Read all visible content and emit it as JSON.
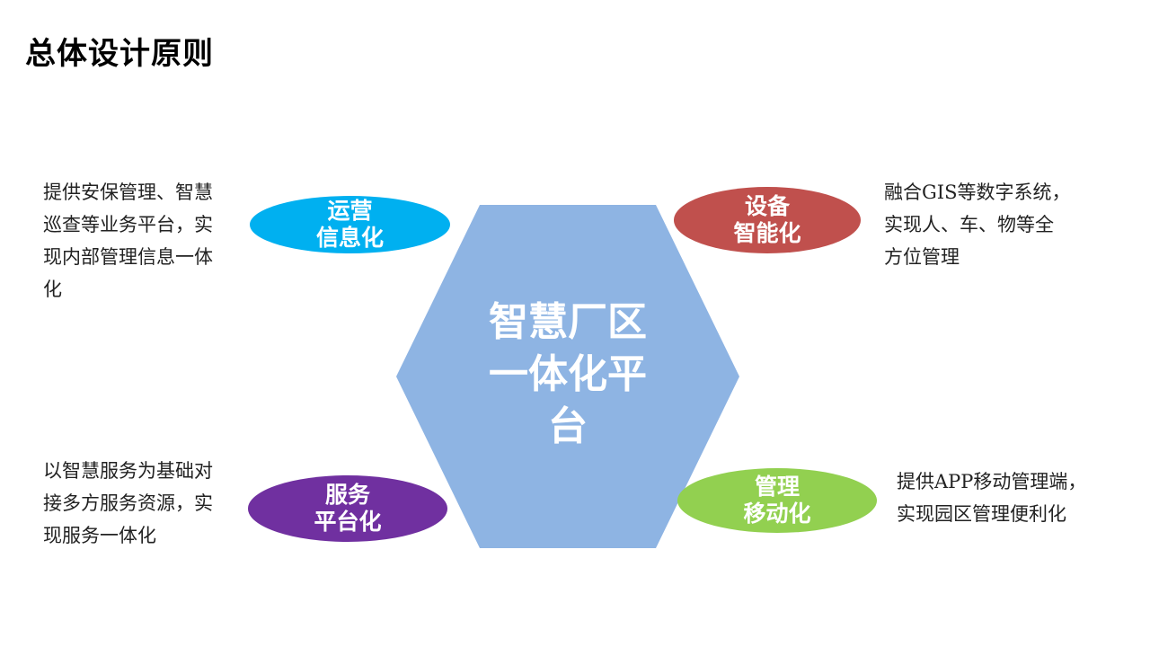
{
  "title": "总体设计原则",
  "center": {
    "label": "智慧厂区\n一体化平\n台",
    "color": "#8eb4e3"
  },
  "nodes": [
    {
      "id": "yunying",
      "label": "运营\n信息化",
      "color": "#00b0f0",
      "description": "提供安保管理、智慧\n巡查等业务平台，实\n现内部管理信息一体\n化"
    },
    {
      "id": "shebei",
      "label": "设备\n智能化",
      "color": "#c0504d",
      "description": "融合GIS等数字系统，\n实现人、车、物等全\n方位管理"
    },
    {
      "id": "fuwu",
      "label": "服务\n平台化",
      "color": "#7030a0",
      "description": "以智慧服务为基础对\n接多方服务资源，实\n现服务一体化"
    },
    {
      "id": "guanli",
      "label": "管理\n移动化",
      "color": "#92d050",
      "description": "提供APP移动管理端，\n实现园区管理便利化"
    }
  ]
}
